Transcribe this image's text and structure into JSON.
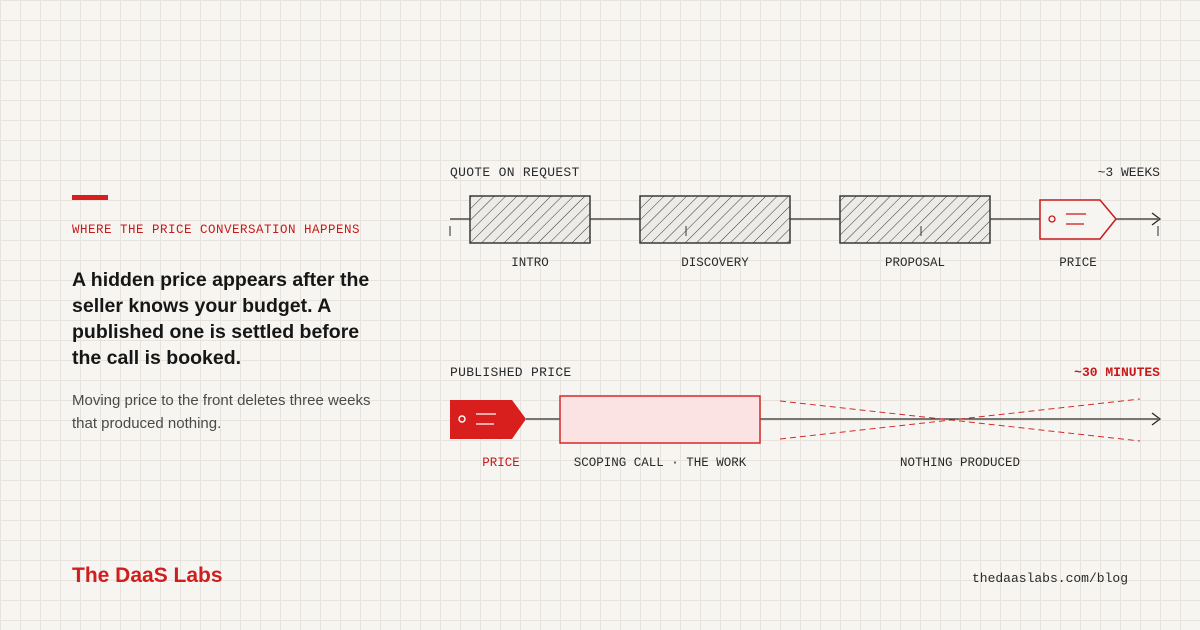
{
  "left": {
    "eyebrow": "WHERE THE PRICE CONVERSATION HAPPENS",
    "headline": "A hidden price appears after the seller knows your budget. A published one is settled before the call is booked.",
    "subtext": "Moving price to the front deletes three weeks that produced nothing."
  },
  "footer": {
    "brand": "The DaaS Labs",
    "url": "thedaaslabs.com/blog"
  },
  "diagram": {
    "top": {
      "title": "QUOTE ON REQUEST",
      "duration": "~3 WEEKS",
      "stages": [
        "INTRO",
        "DISCOVERY",
        "PROPOSAL"
      ],
      "price_label": "PRICE"
    },
    "bottom": {
      "title": "PUBLISHED PRICE",
      "duration": "~30 MINUTES",
      "price_label": "PRICE",
      "work_label": "SCOPING CALL · THE WORK",
      "nothing_label": "NOTHING PRODUCED"
    }
  },
  "colors": {
    "accent": "#d91e1e",
    "ink": "#2a2a2a",
    "hatch_fill": "#ecebe8",
    "work_fill": "#fbe3e3",
    "background": "#f7f5f1"
  },
  "icons": {
    "price_tag": "price-tag-icon",
    "arrow": "arrow-right-icon"
  }
}
